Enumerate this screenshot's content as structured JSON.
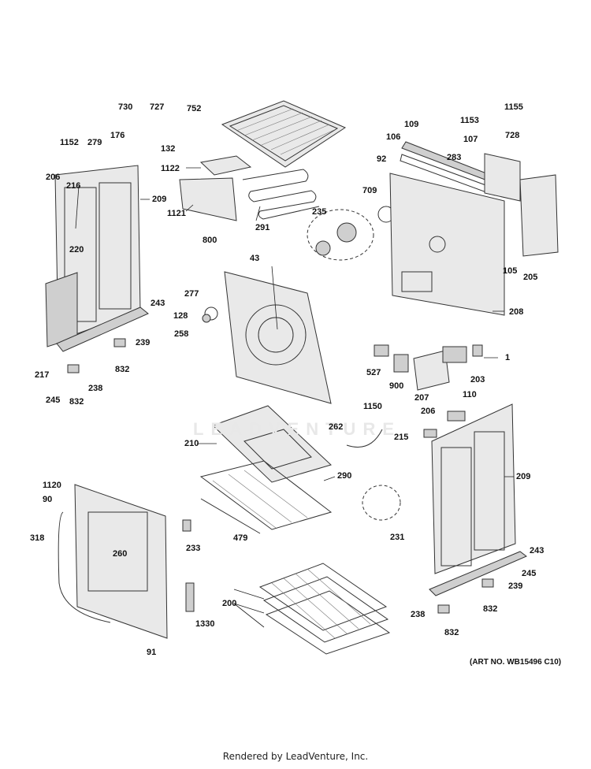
{
  "diagram": {
    "part_numbers": [
      "730",
      "727",
      "752",
      "176",
      "132",
      "1152",
      "279",
      "206",
      "216",
      "209",
      "220",
      "1122",
      "1121",
      "800",
      "291",
      "235",
      "709",
      "92",
      "106",
      "109",
      "1153",
      "1155",
      "728",
      "107",
      "283",
      "105",
      "205",
      "208",
      "43",
      "277",
      "128",
      "258",
      "243",
      "239",
      "217",
      "832",
      "245",
      "238",
      "527",
      "900",
      "207",
      "203",
      "1",
      "110",
      "1150",
      "206",
      "215",
      "262",
      "210",
      "290",
      "209",
      "1120",
      "90",
      "318",
      "260",
      "233",
      "479",
      "231",
      "243",
      "245",
      "239",
      "238",
      "832",
      "200",
      "1330",
      "91",
      "832",
      "832"
    ],
    "art_number": "(ART NO. WB15496 C10)",
    "footer": "Rendered by LeadVenture, Inc.",
    "watermark": "LEADVENTURE"
  }
}
